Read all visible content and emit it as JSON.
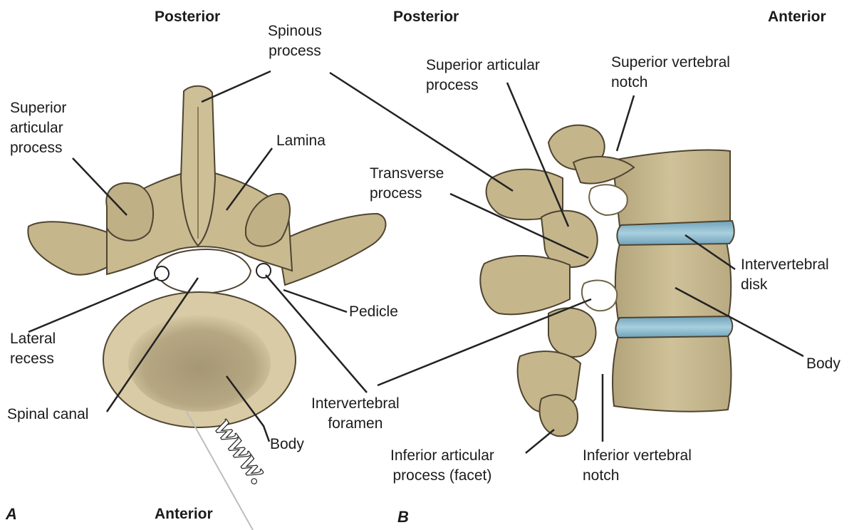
{
  "figure": {
    "panel_a": {
      "letter": "A",
      "orientation_top": "Posterior",
      "orientation_bottom": "Anterior",
      "labels": {
        "spinous_process": "Spinous\nprocess",
        "superior_articular_process": "Superior\narticular\nprocess",
        "lamina": "Lamina",
        "pedicle": "Pedicle",
        "lateral_recess": "Lateral\nrecess",
        "spinal_canal": "Spinal canal",
        "intervertebral_foramen": "Intervertebral\nforamen",
        "body": "Body"
      }
    },
    "panel_b": {
      "letter": "B",
      "orientation_left": "Posterior",
      "orientation_right": "Anterior",
      "labels": {
        "superior_articular_process": "Superior articular\nprocess",
        "superior_vertebral_notch": "Superior vertebral\nnotch",
        "transverse_process": "Transverse\nprocess",
        "intervertebral_disk": "Intervertebral\ndisk",
        "body": "Body",
        "inferior_articular_process": "Inferior articular\nprocess (facet)",
        "inferior_vertebral_notch": "Inferior vertebral\nnotch"
      }
    },
    "colors": {
      "bone": "#c8b98f",
      "bone_shadow": "#9c8d62",
      "bone_dark": "#6f6345",
      "disk": "#8fb9cc",
      "body_center": "#a59673",
      "leader": "#222222"
    }
  }
}
